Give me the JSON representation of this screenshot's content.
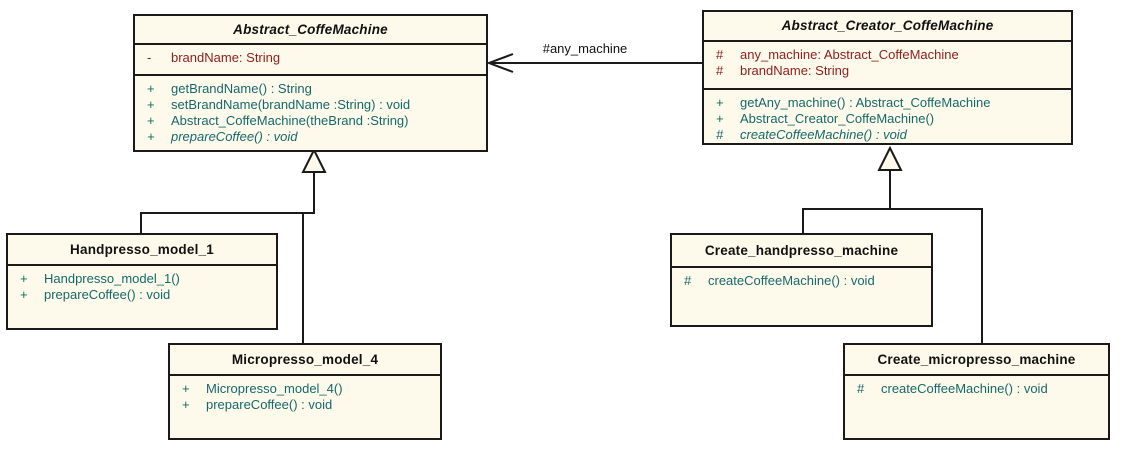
{
  "diagram": {
    "kind": "uml-class-diagram",
    "colors": {
      "box_fill": "#FDFAEC",
      "box_border": "#1A1A1A",
      "attribute_text": "#8F1D1D",
      "method_text": "#166969",
      "title_text": "#111111",
      "background": "#FFFFFF"
    }
  },
  "classes": [
    {
      "name": "Abstract_CoffeMachine",
      "abstract": true,
      "attributes": [
        {
          "vis": "-",
          "text": "brandName: String"
        }
      ],
      "methods": [
        {
          "vis": "+",
          "text": "getBrandName() : String"
        },
        {
          "vis": "+",
          "text": "setBrandName(brandName :String) : void"
        },
        {
          "vis": "+",
          "text": "Abstract_CoffeMachine(theBrand :String)"
        },
        {
          "vis": "+",
          "text": "prepareCoffee() : void",
          "italic": true
        }
      ]
    },
    {
      "name": "Abstract_Creator_CoffeMachine",
      "abstract": true,
      "attributes": [
        {
          "vis": "#",
          "text": "any_machine: Abstract_CoffeMachine"
        },
        {
          "vis": "#",
          "text": "brandName: String"
        }
      ],
      "methods": [
        {
          "vis": "+",
          "text": "getAny_machine() : Abstract_CoffeMachine"
        },
        {
          "vis": "+",
          "text": "Abstract_Creator_CoffeMachine()"
        },
        {
          "vis": "#",
          "text": "createCoffeeMachine() : void",
          "italic": true
        }
      ]
    },
    {
      "name": "Handpresso_model_1",
      "abstract": false,
      "attributes": [],
      "methods": [
        {
          "vis": "+",
          "text": "Handpresso_model_1()"
        },
        {
          "vis": "+",
          "text": "prepareCoffee() : void"
        }
      ]
    },
    {
      "name": "Micropresso_model_4",
      "abstract": false,
      "attributes": [],
      "methods": [
        {
          "vis": "+",
          "text": "Micropresso_model_4()"
        },
        {
          "vis": "+",
          "text": "prepareCoffee() : void"
        }
      ]
    },
    {
      "name": "Create_handpresso_machine",
      "abstract": false,
      "attributes": [],
      "methods": [
        {
          "vis": "#",
          "text": "createCoffeeMachine() : void"
        }
      ]
    },
    {
      "name": "Create_micropresso_machine",
      "abstract": false,
      "attributes": [],
      "methods": [
        {
          "vis": "#",
          "text": "createCoffeeMachine() : void"
        }
      ]
    }
  ],
  "association": {
    "label": "#any_machine",
    "from": "Abstract_Creator_CoffeMachine",
    "to": "Abstract_CoffeMachine",
    "arrow": "open"
  },
  "generalizations": [
    {
      "parent": "Abstract_CoffeMachine",
      "children": [
        "Handpresso_model_1",
        "Micropresso_model_4"
      ]
    },
    {
      "parent": "Abstract_Creator_CoffeMachine",
      "children": [
        "Create_handpresso_machine",
        "Create_micropresso_machine"
      ]
    }
  ]
}
